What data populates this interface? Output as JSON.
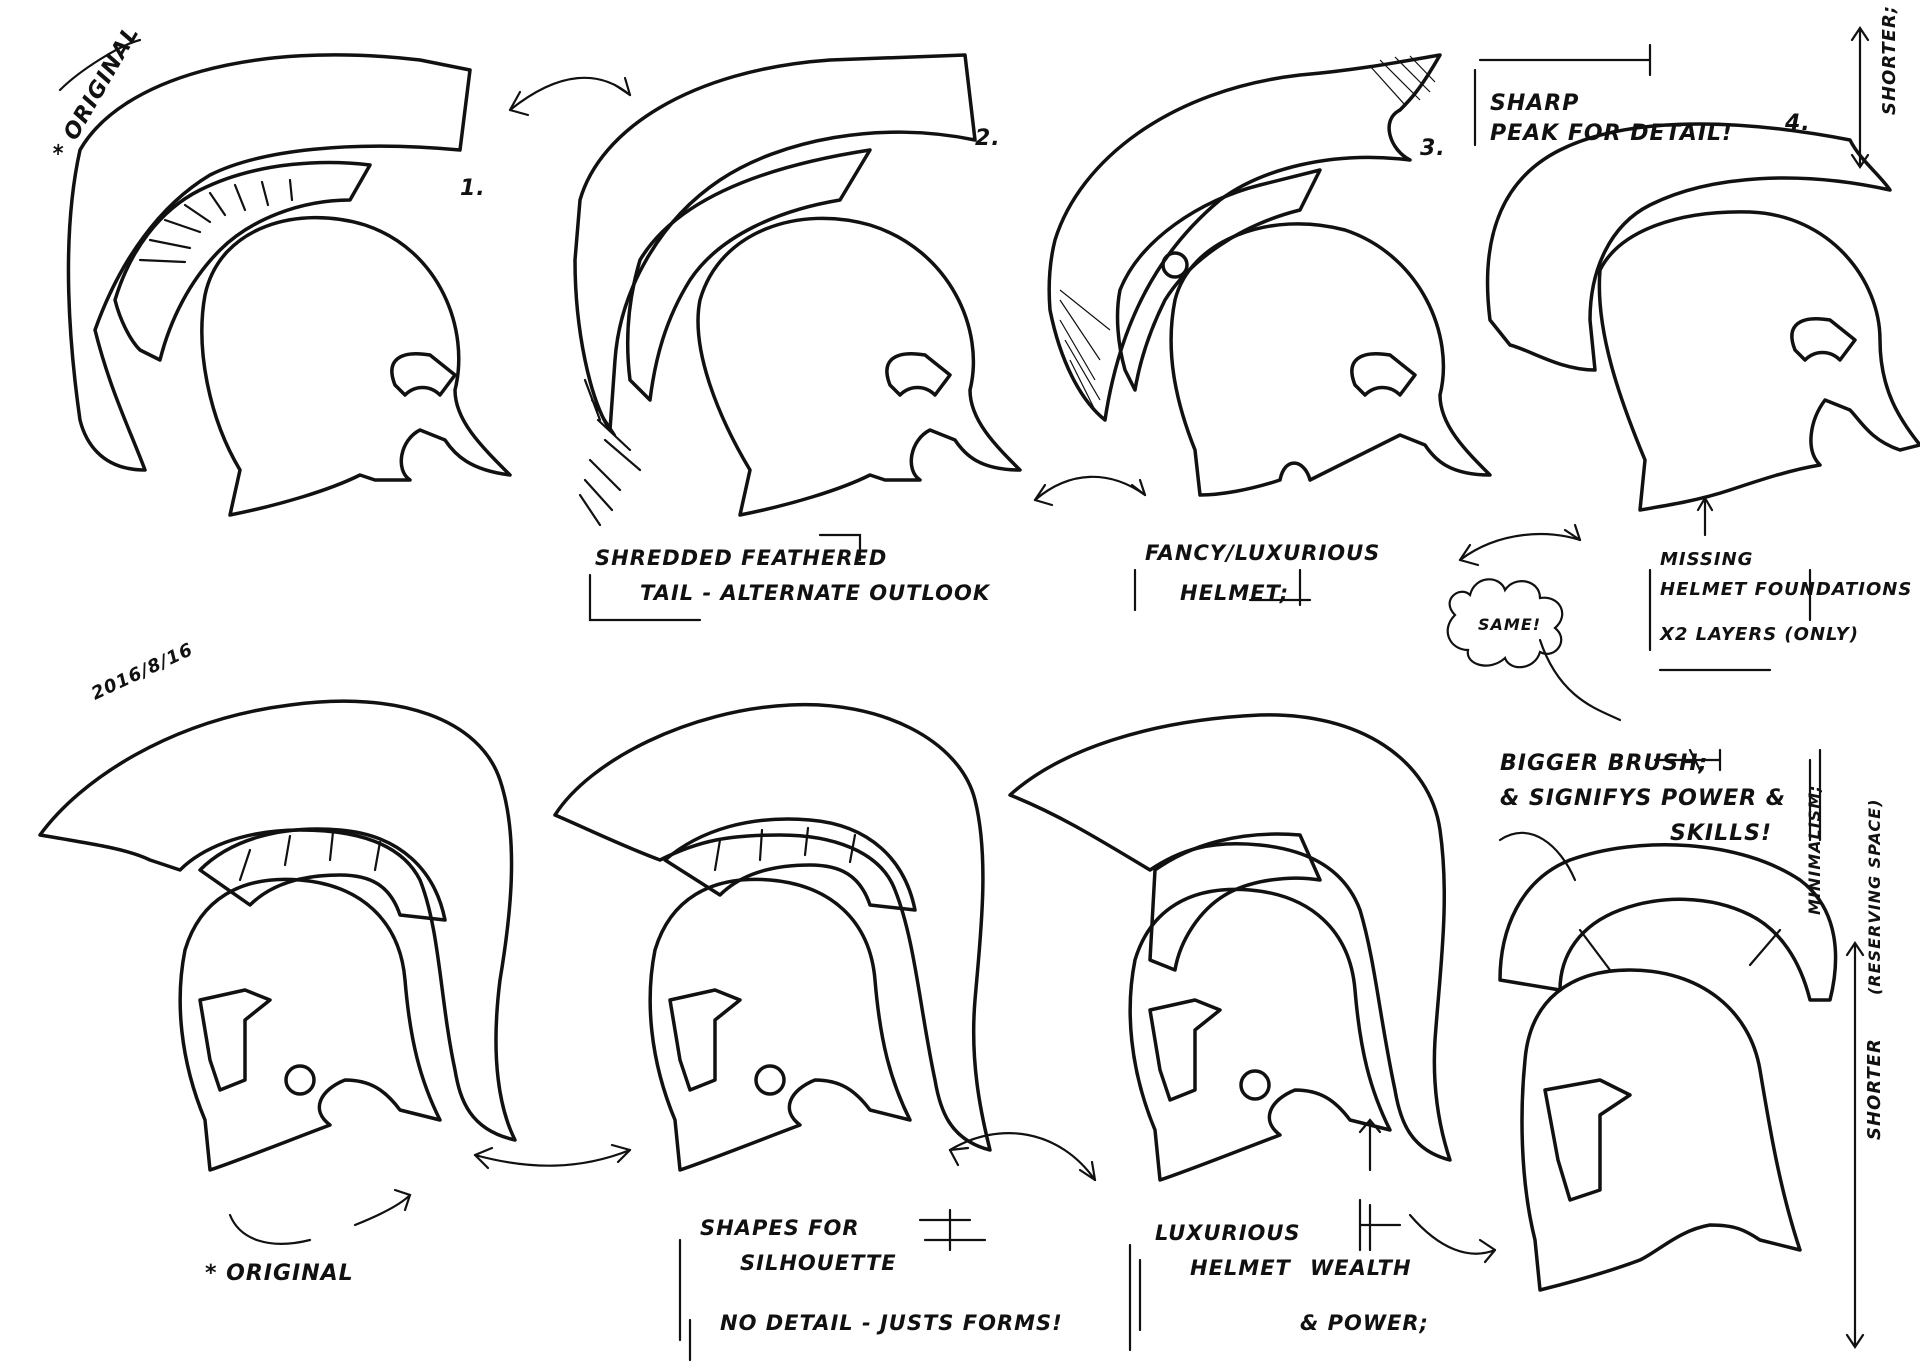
{
  "sketches": {
    "labels": {
      "original_top": "* ORIGINAL",
      "n1": "1.",
      "n2": "2.",
      "n3": "3.",
      "n4": "4.",
      "shorter_top": "SHORTER;",
      "sharp_peak_1": "SHARP",
      "sharp_peak_2": "PEAK FOR DETAIL!",
      "shredded_1": "SHREDDED FEATHERED",
      "shredded_2": "TAIL - ALTERNATE OUTLOOK",
      "fancy_1": "FANCY/LUXURIOUS",
      "fancy_2": "HELMET;",
      "same": "SAME!",
      "missing_1": "MISSING",
      "missing_2": "HELMET FOUNDATIONS",
      "missing_3": "X2 LAYERS (ONLY)",
      "signature": "2016/8/16",
      "bigger_1": "BIGGER BRUSH;",
      "bigger_2": "& SIGNIFYS POWER &",
      "bigger_3": "SKILLS!",
      "minimalism": "MINIMALISM;",
      "reserving": "(RESERVING SPACE)",
      "shorter_right": "SHORTER",
      "original_bottom": "* ORIGINAL",
      "shapes_1": "SHAPES FOR",
      "shapes_2": "SILHOUETTE",
      "shapes_3": "NO DETAIL - JUSTS FORMS!",
      "lux_1": "LUXURIOUS",
      "lux_2": "HELMET",
      "lux_3": "WEALTH",
      "lux_4": "& POWER;"
    }
  }
}
